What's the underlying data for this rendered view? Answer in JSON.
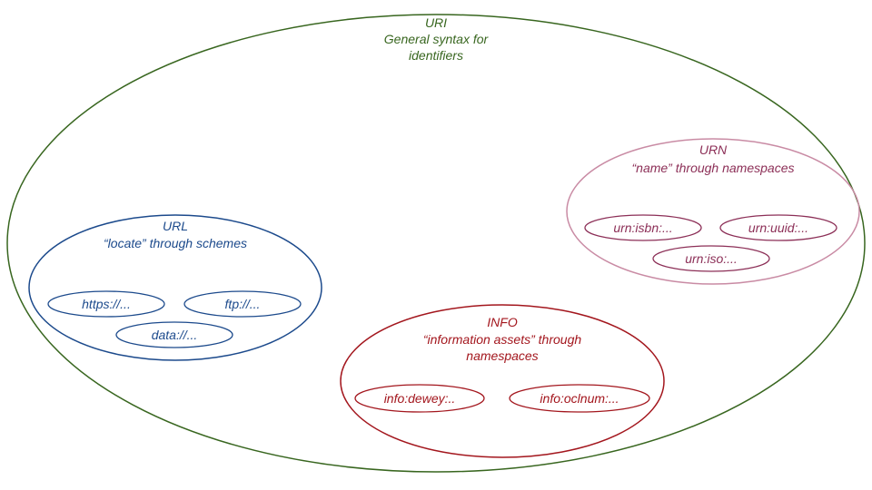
{
  "uri": {
    "title": "URI",
    "line1": "General syntax for",
    "line2": "identifiers",
    "color": "#38661f"
  },
  "url": {
    "title": "URL",
    "subtitle": "“locate” through schemes",
    "color": "#1c4a8c",
    "items": [
      "https://...",
      "ftp://...",
      "data://..."
    ]
  },
  "urn": {
    "title": "URN",
    "subtitle": "“name” through namespaces",
    "color": "#8c2f57",
    "items": [
      "urn:isbn:...",
      "urn:uuid:...",
      "urn:iso:..."
    ]
  },
  "info": {
    "title": "INFO",
    "line1": "“information assets” through",
    "line2": "namespaces",
    "color": "#a3161d",
    "items": [
      "info:dewey:..",
      "info:oclnum:..."
    ]
  }
}
